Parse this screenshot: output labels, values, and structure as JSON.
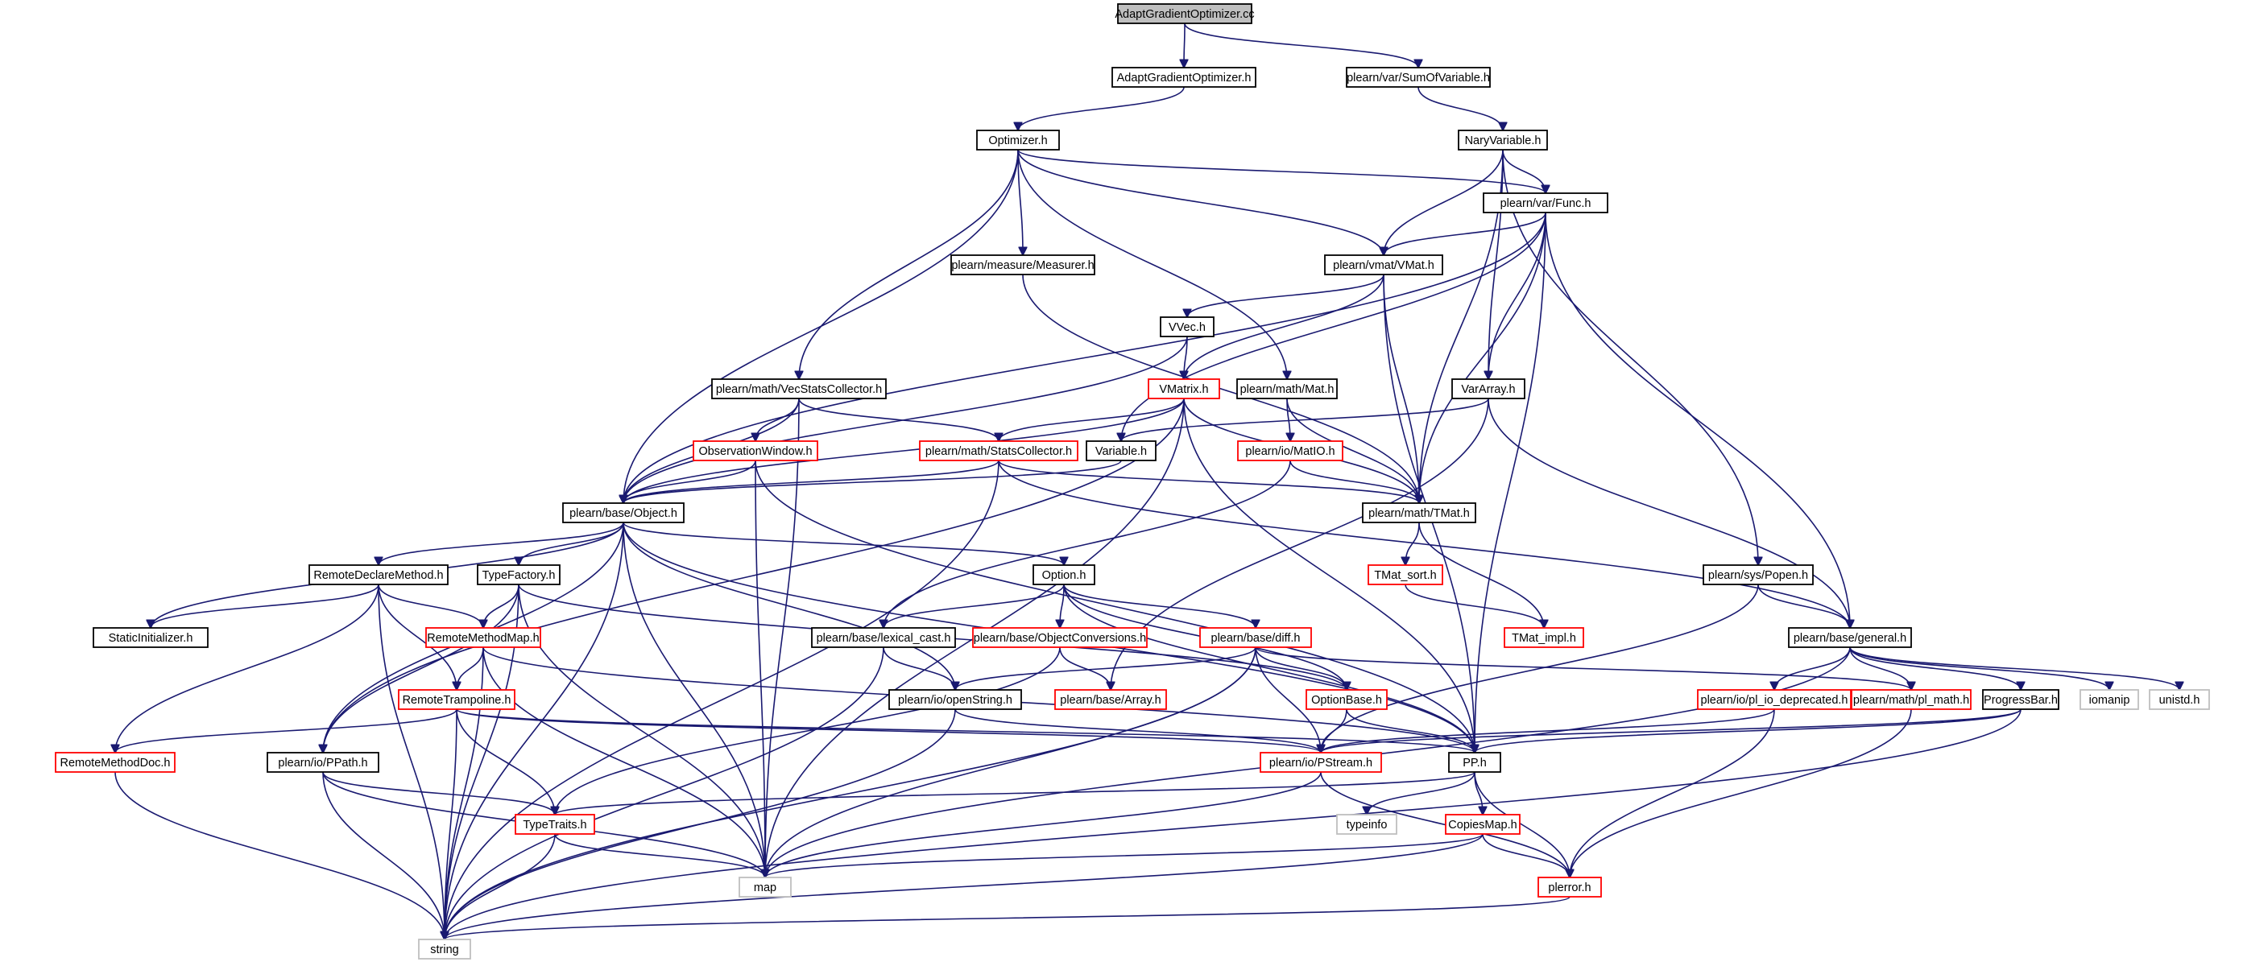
{
  "graph": {
    "title": "AdaptGradientOptimizer.cc",
    "colors": {
      "edge": "#191970",
      "box_black": "#000000",
      "box_red": "#ff0000",
      "box_grey": "#bfbfbf",
      "root_fill": "#bfbfbf"
    },
    "nodes": [
      {
        "id": "root",
        "label": "AdaptGradientOptimizer.cc",
        "style": "root"
      },
      {
        "id": "agoh",
        "label": "AdaptGradientOptimizer.h",
        "style": "black"
      },
      {
        "id": "sumvar",
        "label": "plearn/var/SumOfVariable.h",
        "style": "black"
      },
      {
        "id": "optimizer",
        "label": "Optimizer.h",
        "style": "black"
      },
      {
        "id": "naryvar",
        "label": "NaryVariable.h",
        "style": "black"
      },
      {
        "id": "func",
        "label": "plearn/var/Func.h",
        "style": "black"
      },
      {
        "id": "measurer",
        "label": "plearn/measure/Measurer.h",
        "style": "black"
      },
      {
        "id": "vmat",
        "label": "plearn/vmat/VMat.h",
        "style": "black"
      },
      {
        "id": "vvec",
        "label": "VVec.h",
        "style": "black"
      },
      {
        "id": "vecstats",
        "label": "plearn/math/VecStatsCollector.h",
        "style": "black"
      },
      {
        "id": "vmatrix",
        "label": "VMatrix.h",
        "style": "red"
      },
      {
        "id": "mat",
        "label": "plearn/math/Mat.h",
        "style": "black"
      },
      {
        "id": "vararray",
        "label": "VarArray.h",
        "style": "black"
      },
      {
        "id": "obswin",
        "label": "ObservationWindow.h",
        "style": "red"
      },
      {
        "id": "statscol",
        "label": "plearn/math/StatsCollector.h",
        "style": "red"
      },
      {
        "id": "variable",
        "label": "Variable.h",
        "style": "black"
      },
      {
        "id": "matio",
        "label": "plearn/io/MatIO.h",
        "style": "red"
      },
      {
        "id": "object",
        "label": "plearn/base/Object.h",
        "style": "black"
      },
      {
        "id": "tmat",
        "label": "plearn/math/TMat.h",
        "style": "black"
      },
      {
        "id": "remdecl",
        "label": "RemoteDeclareMethod.h",
        "style": "black"
      },
      {
        "id": "typefactory",
        "label": "TypeFactory.h",
        "style": "black"
      },
      {
        "id": "option",
        "label": "Option.h",
        "style": "black"
      },
      {
        "id": "tmatsort",
        "label": "TMat_sort.h",
        "style": "red"
      },
      {
        "id": "popen",
        "label": "plearn/sys/Popen.h",
        "style": "black"
      },
      {
        "id": "staticinit",
        "label": "StaticInitializer.h",
        "style": "black"
      },
      {
        "id": "remmethmap",
        "label": "RemoteMethodMap.h",
        "style": "red"
      },
      {
        "id": "lexcast",
        "label": "plearn/base/lexical_cast.h",
        "style": "black"
      },
      {
        "id": "objconv",
        "label": "plearn/base/ObjectConversions.h",
        "style": "red"
      },
      {
        "id": "diff",
        "label": "plearn/base/diff.h",
        "style": "red"
      },
      {
        "id": "tmatimpl",
        "label": "TMat_impl.h",
        "style": "red"
      },
      {
        "id": "general",
        "label": "plearn/base/general.h",
        "style": "black"
      },
      {
        "id": "remtramp",
        "label": "RemoteTrampoline.h",
        "style": "red"
      },
      {
        "id": "openstring",
        "label": "plearn/io/openString.h",
        "style": "black"
      },
      {
        "id": "array",
        "label": "plearn/base/Array.h",
        "style": "red"
      },
      {
        "id": "optionbase",
        "label": "OptionBase.h",
        "style": "red"
      },
      {
        "id": "pliodep",
        "label": "plearn/io/pl_io_deprecated.h",
        "style": "red"
      },
      {
        "id": "plmath",
        "label": "plearn/math/pl_math.h",
        "style": "red"
      },
      {
        "id": "progressbar",
        "label": "ProgressBar.h",
        "style": "black"
      },
      {
        "id": "iomanip",
        "label": "iomanip",
        "style": "grey"
      },
      {
        "id": "unistd",
        "label": "unistd.h",
        "style": "grey"
      },
      {
        "id": "remmethdoc",
        "label": "RemoteMethodDoc.h",
        "style": "red"
      },
      {
        "id": "ppath",
        "label": "plearn/io/PPath.h",
        "style": "black"
      },
      {
        "id": "pstream",
        "label": "plearn/io/PStream.h",
        "style": "red"
      },
      {
        "id": "pp",
        "label": "PP.h",
        "style": "black"
      },
      {
        "id": "typetraits",
        "label": "TypeTraits.h",
        "style": "red"
      },
      {
        "id": "typeinfo",
        "label": "typeinfo",
        "style": "grey"
      },
      {
        "id": "copiesmap",
        "label": "CopiesMap.h",
        "style": "red"
      },
      {
        "id": "map",
        "label": "map",
        "style": "grey"
      },
      {
        "id": "plerror",
        "label": "plerror.h",
        "style": "red"
      },
      {
        "id": "string",
        "label": "string",
        "style": "grey"
      }
    ],
    "edges": [
      [
        "root",
        "agoh"
      ],
      [
        "root",
        "sumvar"
      ],
      [
        "agoh",
        "optimizer"
      ],
      [
        "sumvar",
        "naryvar"
      ],
      [
        "optimizer",
        "func"
      ],
      [
        "optimizer",
        "measurer"
      ],
      [
        "optimizer",
        "vmat"
      ],
      [
        "optimizer",
        "vecstats"
      ],
      [
        "optimizer",
        "mat"
      ],
      [
        "optimizer",
        "object"
      ],
      [
        "naryvar",
        "func"
      ],
      [
        "naryvar",
        "vmat"
      ],
      [
        "naryvar",
        "vararray"
      ],
      [
        "naryvar",
        "tmat"
      ],
      [
        "naryvar",
        "popen"
      ],
      [
        "func",
        "vmat"
      ],
      [
        "func",
        "vararray"
      ],
      [
        "func",
        "variable"
      ],
      [
        "func",
        "tmat"
      ],
      [
        "func",
        "pp"
      ],
      [
        "func",
        "general"
      ],
      [
        "func",
        "object"
      ],
      [
        "measurer",
        "tmat"
      ],
      [
        "vmat",
        "vvec"
      ],
      [
        "vmat",
        "vmatrix"
      ],
      [
        "vmat",
        "tmat"
      ],
      [
        "vmat",
        "pp"
      ],
      [
        "vvec",
        "vmatrix"
      ],
      [
        "vvec",
        "object"
      ],
      [
        "vecstats",
        "obswin"
      ],
      [
        "vecstats",
        "statscol"
      ],
      [
        "vecstats",
        "object"
      ],
      [
        "vecstats",
        "map"
      ],
      [
        "vmatrix",
        "statscol"
      ],
      [
        "vmatrix",
        "tmat"
      ],
      [
        "vmatrix",
        "object"
      ],
      [
        "vmatrix",
        "ppath"
      ],
      [
        "vmatrix",
        "map"
      ],
      [
        "vmatrix",
        "pp"
      ],
      [
        "mat",
        "matio"
      ],
      [
        "mat",
        "tmat"
      ],
      [
        "vararray",
        "variable"
      ],
      [
        "vararray",
        "general"
      ],
      [
        "vararray",
        "array"
      ],
      [
        "obswin",
        "object"
      ],
      [
        "obswin",
        "map"
      ],
      [
        "obswin",
        "pp"
      ],
      [
        "statscol",
        "object"
      ],
      [
        "statscol",
        "tmat"
      ],
      [
        "statscol",
        "general"
      ],
      [
        "statscol",
        "string"
      ],
      [
        "variable",
        "object"
      ],
      [
        "matio",
        "tmat"
      ],
      [
        "matio",
        "lexcast"
      ],
      [
        "object",
        "staticinit"
      ],
      [
        "object",
        "remdecl"
      ],
      [
        "object",
        "typefactory"
      ],
      [
        "object",
        "option"
      ],
      [
        "object",
        "ppath"
      ],
      [
        "object",
        "openstring"
      ],
      [
        "object",
        "pp"
      ],
      [
        "object",
        "map"
      ],
      [
        "object",
        "string"
      ],
      [
        "tmat",
        "tmatsort"
      ],
      [
        "tmat",
        "tmatimpl"
      ],
      [
        "tmatsort",
        "tmatimpl"
      ],
      [
        "remdecl",
        "staticinit"
      ],
      [
        "remdecl",
        "remmethmap"
      ],
      [
        "remdecl",
        "remtramp"
      ],
      [
        "remdecl",
        "remmethdoc"
      ],
      [
        "remdecl",
        "string"
      ],
      [
        "typefactory",
        "remmethmap"
      ],
      [
        "typefactory",
        "ppath"
      ],
      [
        "typefactory",
        "optionbase"
      ],
      [
        "typefactory",
        "map"
      ],
      [
        "typefactory",
        "string"
      ],
      [
        "option",
        "lexcast"
      ],
      [
        "option",
        "objconv"
      ],
      [
        "option",
        "diff"
      ],
      [
        "option",
        "optionbase"
      ],
      [
        "option",
        "pp"
      ],
      [
        "popen",
        "general"
      ],
      [
        "popen",
        "pstream"
      ],
      [
        "remmethmap",
        "remtramp"
      ],
      [
        "remmethmap",
        "pp"
      ],
      [
        "remmethmap",
        "map"
      ],
      [
        "remmethmap",
        "string"
      ],
      [
        "lexcast",
        "openstring"
      ],
      [
        "lexcast",
        "string"
      ],
      [
        "objconv",
        "array"
      ],
      [
        "objconv",
        "typetraits"
      ],
      [
        "diff",
        "openstring"
      ],
      [
        "diff",
        "optionbase"
      ],
      [
        "diff",
        "pstream"
      ],
      [
        "diff",
        "plmath"
      ],
      [
        "diff",
        "map"
      ],
      [
        "diff",
        "string"
      ],
      [
        "general",
        "pliodep"
      ],
      [
        "general",
        "plmath"
      ],
      [
        "general",
        "progressbar"
      ],
      [
        "general",
        "iomanip"
      ],
      [
        "general",
        "unistd"
      ],
      [
        "general",
        "map"
      ],
      [
        "remtramp",
        "remmethdoc"
      ],
      [
        "remtramp",
        "typetraits"
      ],
      [
        "remtramp",
        "pstream"
      ],
      [
        "remtramp",
        "pp"
      ],
      [
        "remtramp",
        "string"
      ],
      [
        "openstring",
        "pstream"
      ],
      [
        "openstring",
        "string"
      ],
      [
        "optionbase",
        "pp"
      ],
      [
        "optionbase",
        "pstream"
      ],
      [
        "pliodep",
        "pstream"
      ],
      [
        "pliodep",
        "plerror"
      ],
      [
        "plmath",
        "plerror"
      ],
      [
        "progressbar",
        "pp"
      ],
      [
        "progressbar",
        "pstream"
      ],
      [
        "progressbar",
        "string"
      ],
      [
        "remmethdoc",
        "string"
      ],
      [
        "ppath",
        "typetraits"
      ],
      [
        "ppath",
        "map"
      ],
      [
        "ppath",
        "string"
      ],
      [
        "pstream",
        "map"
      ],
      [
        "pstream",
        "plerror"
      ],
      [
        "pp",
        "typetraits"
      ],
      [
        "pp",
        "typeinfo"
      ],
      [
        "pp",
        "copiesmap"
      ],
      [
        "pp",
        "plerror"
      ],
      [
        "typetraits",
        "map"
      ],
      [
        "typetraits",
        "string"
      ],
      [
        "copiesmap",
        "map"
      ],
      [
        "copiesmap",
        "plerror"
      ],
      [
        "copiesmap",
        "string"
      ],
      [
        "plerror",
        "string"
      ]
    ]
  }
}
